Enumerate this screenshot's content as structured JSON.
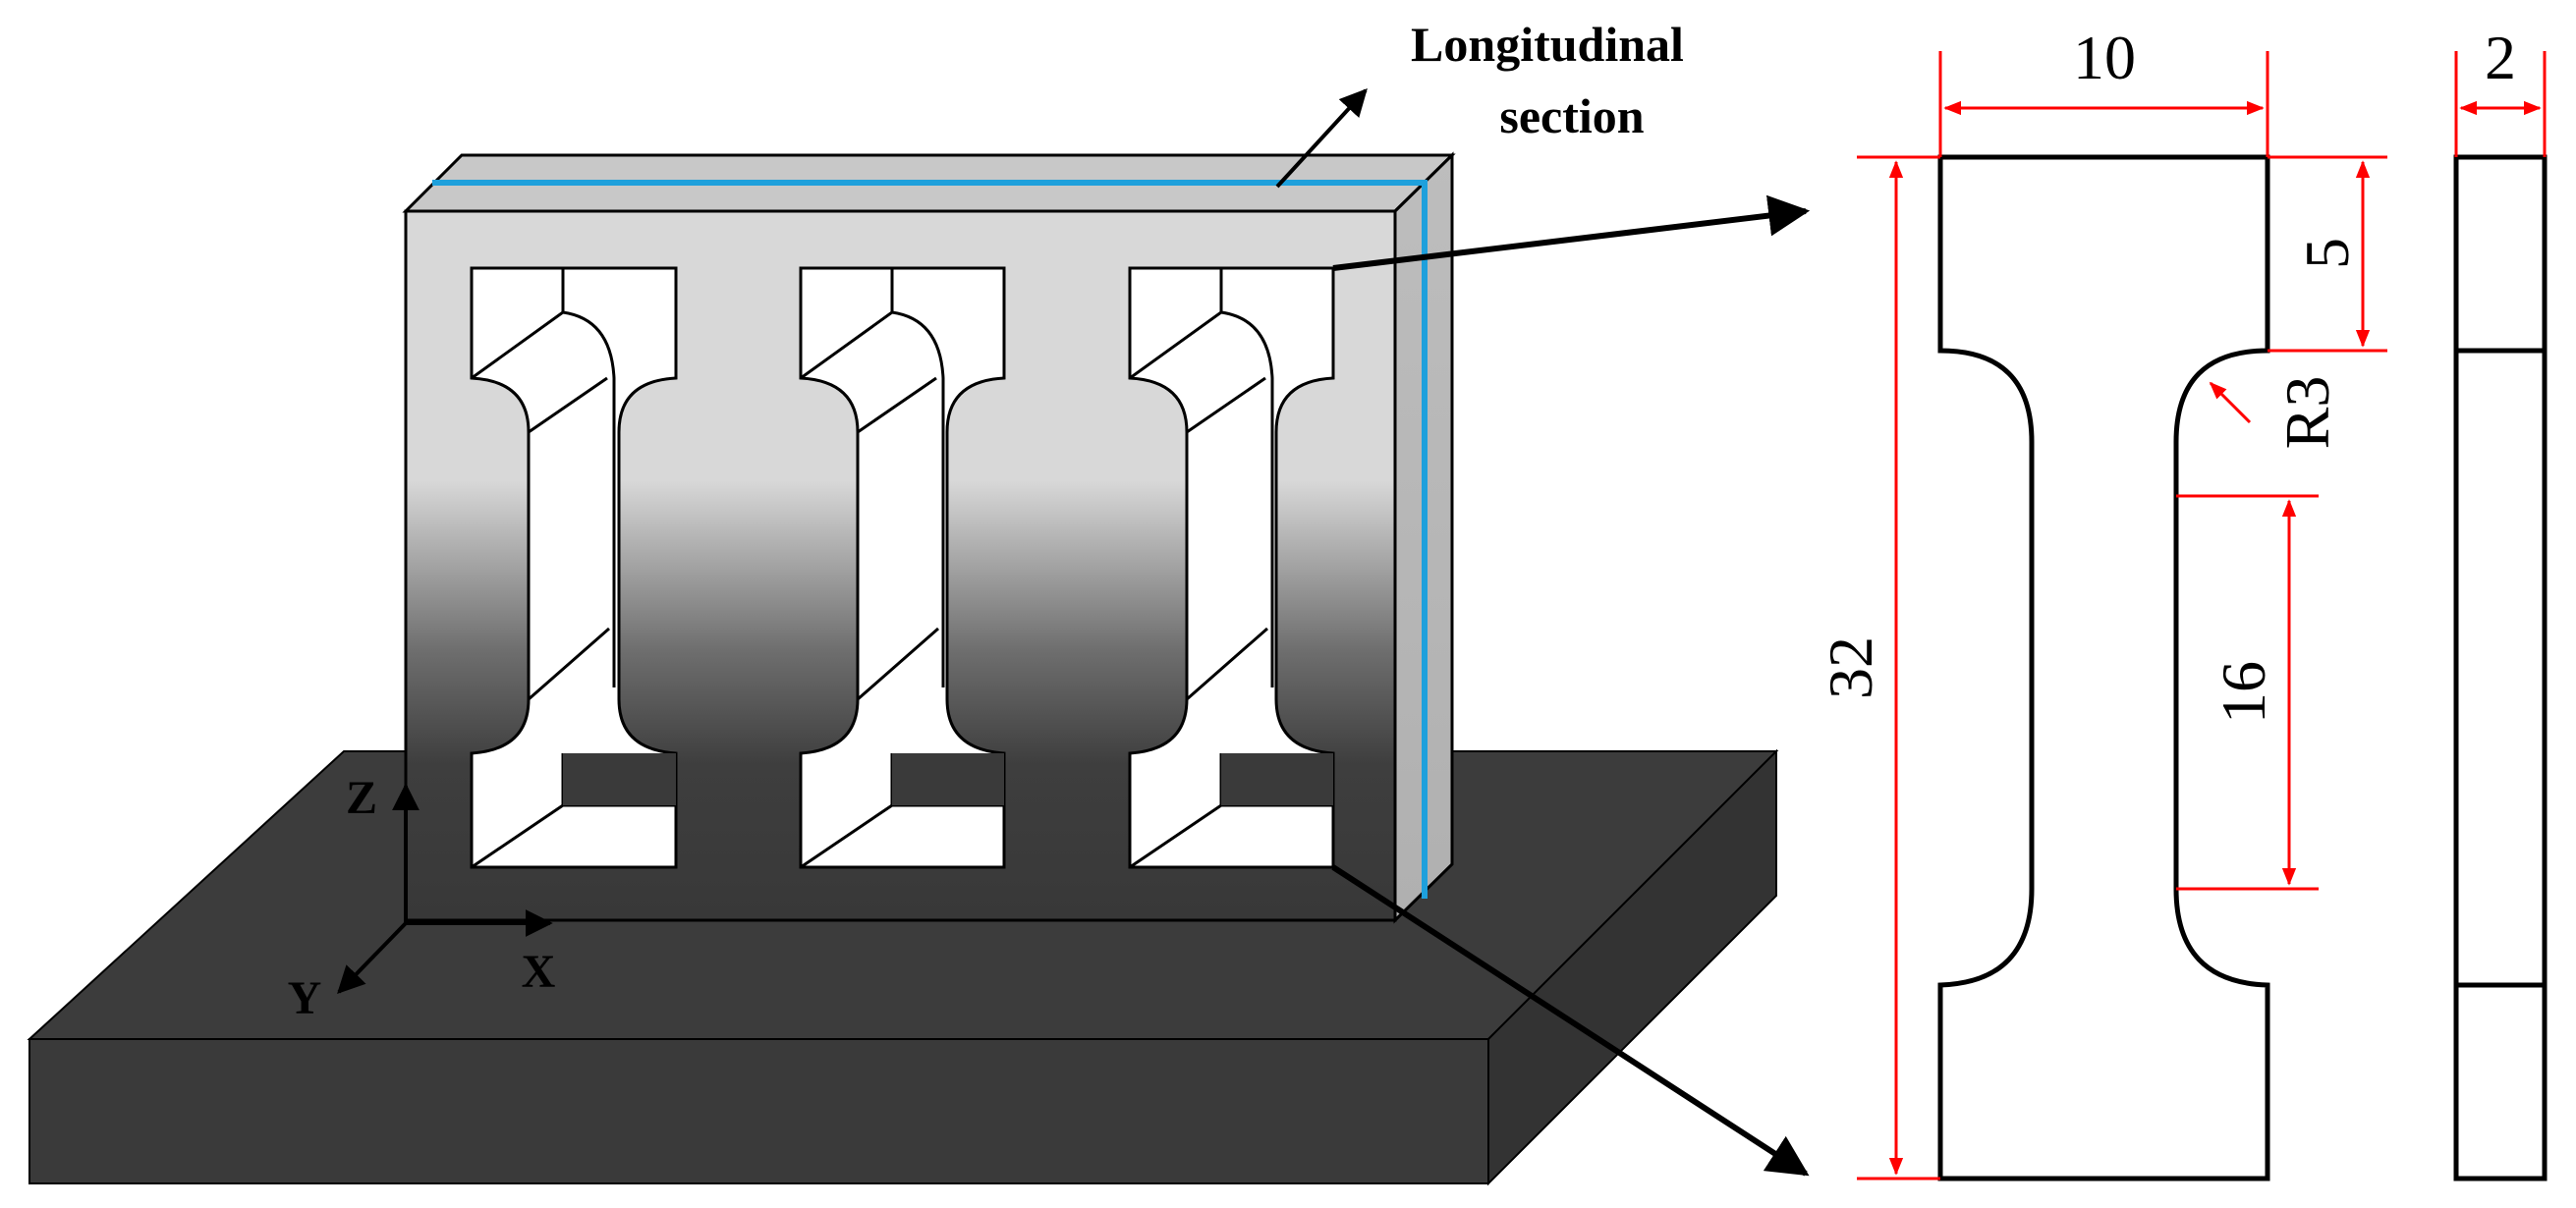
{
  "annotations": {
    "section_label_line1": "Longitudinal",
    "section_label_line2": "section"
  },
  "axes": {
    "z": "Z",
    "x": "X",
    "y": "Y"
  },
  "dimensions": {
    "width": "10",
    "thickness": "2",
    "grip_length": "5",
    "radius": "R3",
    "total_length": "32",
    "gauge_length": "16"
  },
  "colors": {
    "dimension": "#ff0000",
    "section_line": "#1ea0dc",
    "base_plate": "#3c3c3c",
    "wall_top": "#c8c8c8",
    "wall_light": "#d8d8d8",
    "wall_dark": "#3a3a3a"
  }
}
